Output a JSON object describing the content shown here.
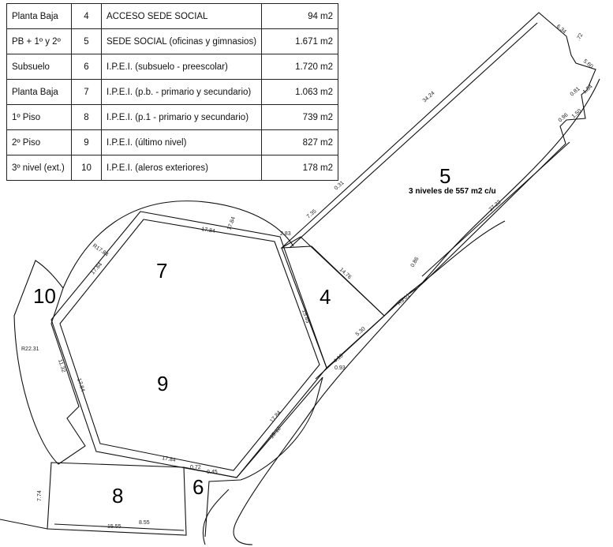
{
  "area_table": [
    {
      "level": "Planta Baja",
      "zone": "4",
      "description": "ACCESO SEDE SOCIAL",
      "area": "94 m2"
    },
    {
      "level": "PB + 1º y 2º",
      "zone": "5",
      "description": "SEDE SOCIAL (oficinas y gimnasios)",
      "area": "1.671 m2"
    },
    {
      "level": "Subsuelo",
      "zone": "6",
      "description": "I.P.E.I. (subsuelo - preescolar)",
      "area": "1.720 m2"
    },
    {
      "level": "Planta Baja",
      "zone": "7",
      "description": "I.P.E.I. (p.b. - primario y secundario)",
      "area": "1.063 m2"
    },
    {
      "level": "1º Piso",
      "zone": "8",
      "description": "I.P.E.I. (p.1 - primario y secundario)",
      "area": "739 m2"
    },
    {
      "level": "2º Piso",
      "zone": "9",
      "description": "I.P.E.I. (último nivel)",
      "area": "827 m2"
    },
    {
      "level": "3º nivel (ext.)",
      "zone": "10",
      "description": "I.P.E.I. (aleros exteriores)",
      "area": "178 m2"
    }
  ],
  "zones": {
    "z4": "4",
    "z5": "5",
    "z5_note": "3 niveles de 557 m2 c/u",
    "z6": "6",
    "z7": "7",
    "z8": "8",
    "z9": "9",
    "z10": "10"
  },
  "dimensions": {
    "d6_34": "6.34",
    "d72": ".72",
    "d5_60": "5.60",
    "d34_24": "34.24",
    "d0_81": "0.81",
    "d1_54": "1.54",
    "d0_96": "0.96",
    "d1_50": "1.50",
    "d27_22": "27.22",
    "d0_31": "0.31",
    "d7_35": "7.35",
    "d0_86": "0.86",
    "d14_76": "14.76",
    "d2_83": "2.83",
    "d17_84a": "17.84",
    "d17_84b": "17.84",
    "d17_84c": "17.84",
    "d17_84d": "17.84",
    "d17_84e": "17.84",
    "d17_84f": "17.84",
    "r17_84": "R17.84",
    "d15_45": "15.45",
    "r9_01": "R9.01",
    "d5_30": "5.30",
    "d4_10": "4.10",
    "d0_93": "0.93",
    "r22_31": "R22.31",
    "d11_32": "11.32",
    "d15_12": "15.12",
    "d0_72": "0.72",
    "d0_45": "0.45",
    "d7_74": "7.74",
    "d15_55": "15.55",
    "d8_55": "8.55",
    "d17_84g": "17.84"
  }
}
